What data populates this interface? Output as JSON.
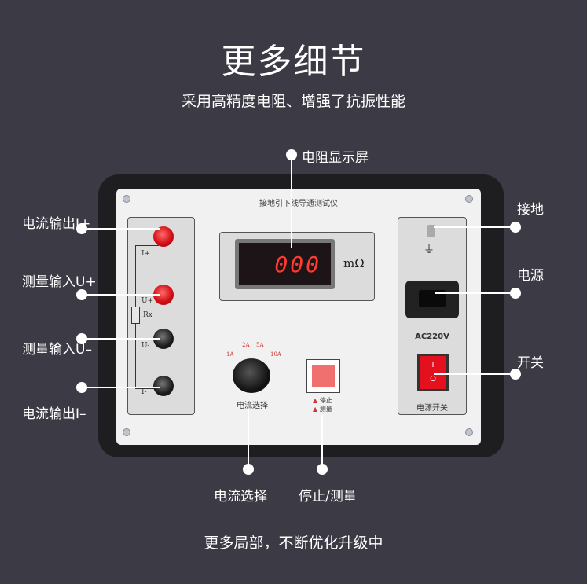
{
  "header": {
    "title": "更多细节",
    "subtitle": "采用高精度电阻、增强了抗振性能"
  },
  "callouts": {
    "display": "电阻显示屏",
    "i_plus": "电流输出I+",
    "u_plus": "测量输入U+",
    "u_minus": "测量输入U–",
    "i_minus": "电流输出I–",
    "ground": "接地",
    "power": "电源",
    "switch": "开关",
    "current_select": "电流选择",
    "stop_measure": "停止/测量"
  },
  "device": {
    "name": "接地引下线导通测试仪",
    "reading": "000",
    "unit": "mΩ",
    "terminals": {
      "i_plus": "I+",
      "u_plus": "U+",
      "rx": "Rx",
      "u_minus": "U-",
      "i_minus": "I-"
    },
    "current_options": [
      "1A",
      "2A",
      "5A",
      "10A"
    ],
    "knob_label": "电流选择",
    "button_legend": [
      "停止",
      "测量"
    ],
    "power_rating": "AC220V",
    "power_switch_label": "电源开关",
    "switch_marks": [
      "I",
      "O"
    ]
  },
  "footer": {
    "text": "更多局部，不断优化升级中"
  }
}
